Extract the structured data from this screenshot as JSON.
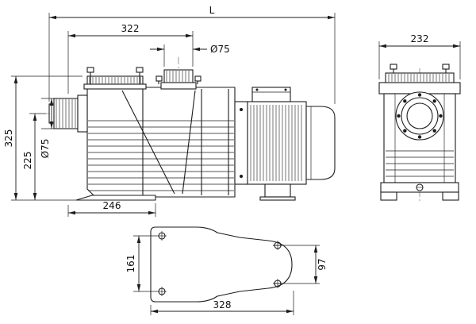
{
  "colors": {
    "ink": "#1c1c1c",
    "background": "#ffffff"
  },
  "dims": {
    "L": "L",
    "top_width": "322",
    "top_port_dia": "Ø75",
    "height_total": "325",
    "height_inlet": "225",
    "inlet_dia": "Ø75",
    "base_len": "246",
    "end_width": "232",
    "foot_span": "161",
    "foot_right": "97",
    "plate_len": "328"
  }
}
